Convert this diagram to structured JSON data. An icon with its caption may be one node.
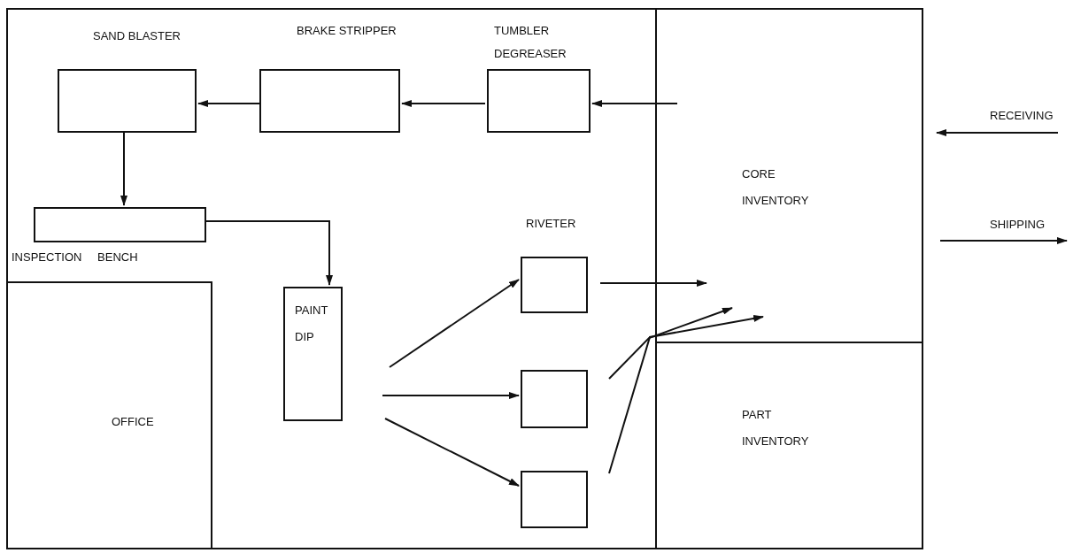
{
  "diagram": {
    "nodes": [
      {
        "text": [
          "SAND BLASTER"
        ]
      },
      {
        "text": [
          "BRAKE STRIPPER"
        ]
      },
      {
        "text": [
          "TUMBLER DEGREASER"
        ]
      },
      {
        "text": [
          "INSPECTION BENCH"
        ]
      },
      {
        "text": [
          "OFFICE"
        ]
      },
      {
        "text": [
          "PAINT DIP"
        ]
      },
      {
        "text": [
          "RIVETER"
        ]
      },
      {
        "text": [],
        "shape": "box"
      },
      {
        "text": [],
        "shape": "box"
      },
      {
        "text": [
          "CORE INVENTORY"
        ]
      },
      {
        "text": [
          "PART INVENTORY"
        ]
      }
    ],
    "edges": [
      {
        "from": 9,
        "to": 2,
        "arrow": "to"
      },
      {
        "from": 2,
        "to": 1,
        "arrow": "to"
      },
      {
        "from": 1,
        "to": 0,
        "arrow": "to"
      },
      {
        "from": 0,
        "to": 3,
        "arrow": "to"
      },
      {
        "from": 3,
        "to": 5,
        "arrow": "to"
      },
      {
        "from": 5,
        "to": 6,
        "arrow": "to"
      },
      {
        "from": 5,
        "to": 7,
        "arrow": "to"
      },
      {
        "from": 5,
        "to": 8,
        "arrow": "to"
      },
      {
        "from": 6,
        "to": 9,
        "arrow": "to"
      },
      {
        "from": 7,
        "to": 9,
        "arrow": "to"
      },
      {
        "from": 8,
        "to": 9,
        "arrow": "to"
      }
    ],
    "labels": [
      "RECEIVING",
      "SHIPPING"
    ]
  }
}
